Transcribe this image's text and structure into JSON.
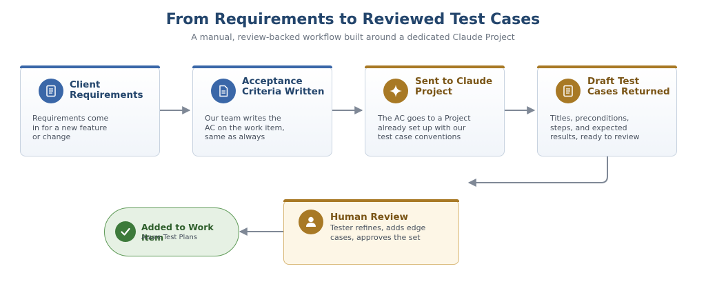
{
  "title": "From Requirements to Reviewed Test Cases",
  "subtitle": "A manual, review-backed workflow built around a dedicated Claude Project",
  "colors": {
    "blue": "#3a67a8",
    "gold": "#a87925",
    "green": "#3d7a3b",
    "arrow": "#7f8896"
  },
  "steps": [
    {
      "title": [
        "Client",
        "Requirements"
      ],
      "desc": [
        "Requirements come",
        "in for a new feature",
        "or change"
      ],
      "icon": "document-list-icon",
      "accent": "blue"
    },
    {
      "title": [
        "Acceptance",
        "Criteria Written"
      ],
      "desc": [
        "Our team writes the",
        "AC on the work item,",
        "same as always"
      ],
      "icon": "document-icon",
      "accent": "blue"
    },
    {
      "title": [
        "Sent to Claude",
        "Project"
      ],
      "desc": [
        "The AC goes to a Project",
        "already set up with our",
        "test case conventions"
      ],
      "icon": "sparkle-icon",
      "accent": "gold"
    },
    {
      "title": [
        "Draft Test",
        "Cases Returned"
      ],
      "desc": [
        "Titles, preconditions,",
        "steps, and expected",
        "results, ready to review"
      ],
      "icon": "document-list-icon",
      "accent": "gold"
    }
  ],
  "review": {
    "title": "Human Review",
    "desc": [
      "Tester refines, adds edge",
      "cases, approves the set"
    ],
    "icon": "person-icon"
  },
  "done": {
    "title": "Added to Work Item",
    "sub": "Azure Test Plans",
    "icon": "checkmark-icon"
  }
}
